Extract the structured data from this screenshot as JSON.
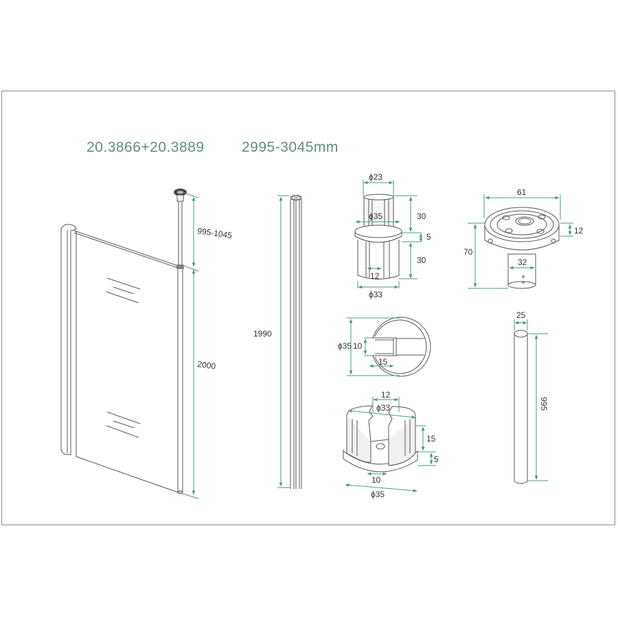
{
  "header": {
    "article_numbers": "20.3866+20.3889",
    "size_range": "2995-3045mm"
  },
  "colors": {
    "dimension_line": "#4a9a82",
    "title_text": "#5d8f7c",
    "drawing_line": "#555555",
    "frame_border": "#8a8a8a"
  },
  "panel_view": {
    "dims": {
      "upper_rod": "995-1045",
      "glass_height": "2000"
    }
  },
  "wall_profile": {
    "dims": {
      "height": "1990"
    }
  },
  "profile_adapter": {
    "dims": {
      "top_diameter": "ϕ23",
      "collar_diameter": "ϕ35",
      "top_height": "30",
      "collar_height": "5",
      "bottom_height": "30",
      "slot_width": "12",
      "bottom_diameter": "ϕ33"
    }
  },
  "ceiling_mount": {
    "dims": {
      "flange_diameter": "61",
      "flange_height": "12",
      "total_height": "70",
      "stem_diameter": "32"
    }
  },
  "profile_cross_section": {
    "dims": {
      "diameter": "ϕ35",
      "slot_width": "10",
      "slot_depth": "15"
    }
  },
  "end_cap": {
    "dims": {
      "slot_width_top": "12",
      "inner_diameter": "ϕ33",
      "cap_height": "15",
      "base_height": "5",
      "slot_width_bottom": "10",
      "outer_diameter": "ϕ35"
    }
  },
  "support_rod": {
    "dims": {
      "diameter": "25",
      "length": "995"
    }
  }
}
